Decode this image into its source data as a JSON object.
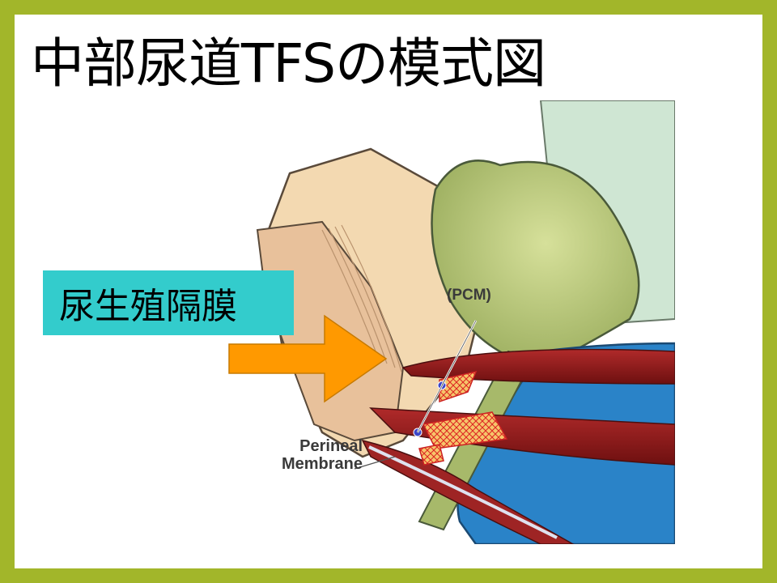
{
  "slide": {
    "title": "中部尿道TFSの模式図",
    "callout_label": "尿生殖隔膜"
  },
  "figure": {
    "label_pcm": "(PCM)",
    "label_perineal_line1": "Perineal",
    "label_perineal_line2": "Membrane"
  },
  "colors": {
    "frame": "#a2b62a",
    "callout_bg": "#33cccc",
    "arrow": "#ff9900",
    "bladder": "#a7b96a",
    "bone": "#f3d9b1",
    "muscle": "#8e1c1c",
    "vagina": "#2a83c8"
  }
}
